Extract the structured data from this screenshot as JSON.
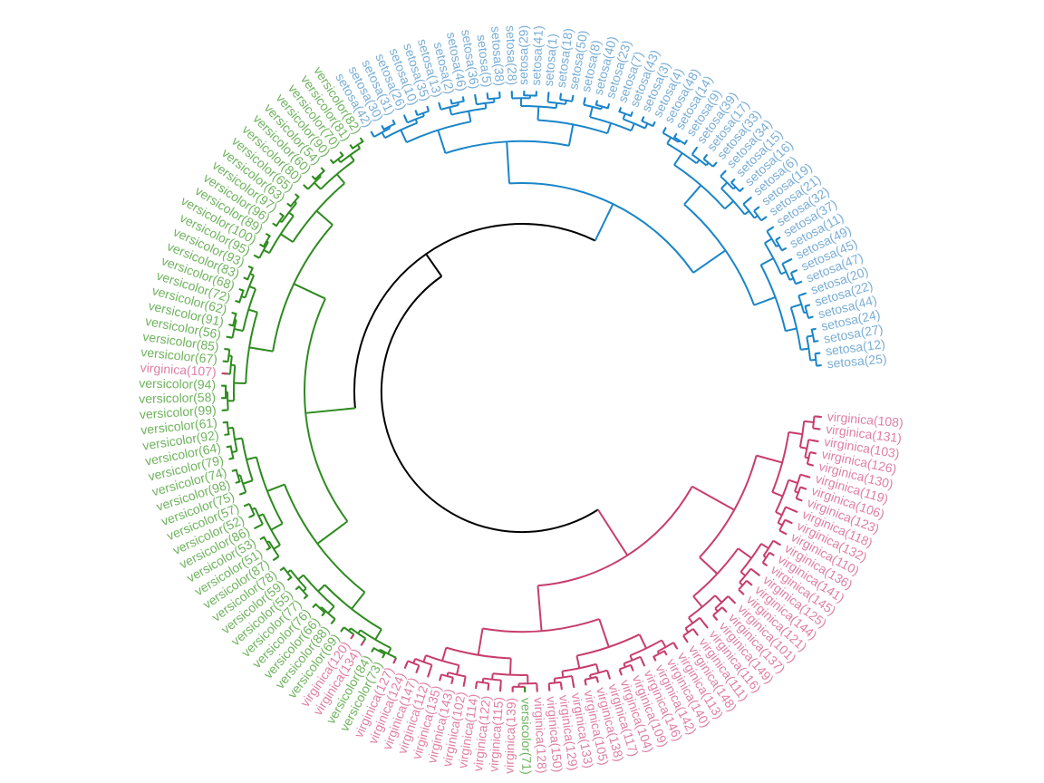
{
  "colors": {
    "root": "#000000",
    "setosa_branch": "#1a85c8",
    "setosa_label": "#7aaed6",
    "versicolor_branch": "#2e8b1f",
    "versicolor_label": "#6fb35e",
    "virginica_branch": "#c73d6d",
    "virginica_label": "#df7fa2"
  },
  "leaves": [
    {
      "label": "setosa(25)",
      "group": "setosa"
    },
    {
      "label": "setosa(12)",
      "group": "setosa"
    },
    {
      "label": "setosa(27)",
      "group": "setosa"
    },
    {
      "label": "setosa(24)",
      "group": "setosa"
    },
    {
      "label": "setosa(44)",
      "group": "setosa"
    },
    {
      "label": "setosa(22)",
      "group": "setosa"
    },
    {
      "label": "setosa(20)",
      "group": "setosa"
    },
    {
      "label": "setosa(47)",
      "group": "setosa"
    },
    {
      "label": "setosa(45)",
      "group": "setosa"
    },
    {
      "label": "setosa(49)",
      "group": "setosa"
    },
    {
      "label": "setosa(11)",
      "group": "setosa"
    },
    {
      "label": "setosa(37)",
      "group": "setosa"
    },
    {
      "label": "setosa(32)",
      "group": "setosa"
    },
    {
      "label": "setosa(21)",
      "group": "setosa"
    },
    {
      "label": "setosa(19)",
      "group": "setosa"
    },
    {
      "label": "setosa(6)",
      "group": "setosa"
    },
    {
      "label": "setosa(16)",
      "group": "setosa"
    },
    {
      "label": "setosa(15)",
      "group": "setosa"
    },
    {
      "label": "setosa(34)",
      "group": "setosa"
    },
    {
      "label": "setosa(33)",
      "group": "setosa"
    },
    {
      "label": "setosa(17)",
      "group": "setosa"
    },
    {
      "label": "setosa(39)",
      "group": "setosa"
    },
    {
      "label": "setosa(9)",
      "group": "setosa"
    },
    {
      "label": "setosa(14)",
      "group": "setosa"
    },
    {
      "label": "setosa(48)",
      "group": "setosa"
    },
    {
      "label": "setosa(4)",
      "group": "setosa"
    },
    {
      "label": "setosa(3)",
      "group": "setosa"
    },
    {
      "label": "setosa(43)",
      "group": "setosa"
    },
    {
      "label": "setosa(7)",
      "group": "setosa"
    },
    {
      "label": "setosa(23)",
      "group": "setosa"
    },
    {
      "label": "setosa(40)",
      "group": "setosa"
    },
    {
      "label": "setosa(8)",
      "group": "setosa"
    },
    {
      "label": "setosa(50)",
      "group": "setosa"
    },
    {
      "label": "setosa(18)",
      "group": "setosa"
    },
    {
      "label": "setosa(1)",
      "group": "setosa"
    },
    {
      "label": "setosa(41)",
      "group": "setosa"
    },
    {
      "label": "setosa(29)",
      "group": "setosa"
    },
    {
      "label": "setosa(28)",
      "group": "setosa"
    },
    {
      "label": "setosa(38)",
      "group": "setosa"
    },
    {
      "label": "setosa(5)",
      "group": "setosa"
    },
    {
      "label": "setosa(36)",
      "group": "setosa"
    },
    {
      "label": "setosa(46)",
      "group": "setosa"
    },
    {
      "label": "setosa(2)",
      "group": "setosa"
    },
    {
      "label": "setosa(13)",
      "group": "setosa"
    },
    {
      "label": "setosa(35)",
      "group": "setosa"
    },
    {
      "label": "setosa(10)",
      "group": "setosa"
    },
    {
      "label": "setosa(26)",
      "group": "setosa"
    },
    {
      "label": "setosa(31)",
      "group": "setosa"
    },
    {
      "label": "setosa(30)",
      "group": "setosa"
    },
    {
      "label": "setosa(42)",
      "group": "setosa"
    },
    {
      "label": "versicolor(82)",
      "group": "versicolor"
    },
    {
      "label": "versicolor(81)",
      "group": "versicolor"
    },
    {
      "label": "versicolor(70)",
      "group": "versicolor"
    },
    {
      "label": "versicolor(90)",
      "group": "versicolor"
    },
    {
      "label": "versicolor(54)",
      "group": "versicolor"
    },
    {
      "label": "versicolor(60)",
      "group": "versicolor"
    },
    {
      "label": "versicolor(80)",
      "group": "versicolor"
    },
    {
      "label": "versicolor(65)",
      "group": "versicolor"
    },
    {
      "label": "versicolor(63)",
      "group": "versicolor"
    },
    {
      "label": "versicolor(97)",
      "group": "versicolor"
    },
    {
      "label": "versicolor(96)",
      "group": "versicolor"
    },
    {
      "label": "versicolor(89)",
      "group": "versicolor"
    },
    {
      "label": "versicolor(100)",
      "group": "versicolor"
    },
    {
      "label": "versicolor(95)",
      "group": "versicolor"
    },
    {
      "label": "versicolor(93)",
      "group": "versicolor"
    },
    {
      "label": "versicolor(83)",
      "group": "versicolor"
    },
    {
      "label": "versicolor(68)",
      "group": "versicolor"
    },
    {
      "label": "versicolor(72)",
      "group": "versicolor"
    },
    {
      "label": "versicolor(62)",
      "group": "versicolor"
    },
    {
      "label": "versicolor(91)",
      "group": "versicolor"
    },
    {
      "label": "versicolor(56)",
      "group": "versicolor"
    },
    {
      "label": "versicolor(85)",
      "group": "versicolor"
    },
    {
      "label": "versicolor(67)",
      "group": "versicolor"
    },
    {
      "label": "virginica(107)",
      "group": "virginica"
    },
    {
      "label": "versicolor(94)",
      "group": "versicolor"
    },
    {
      "label": "versicolor(58)",
      "group": "versicolor"
    },
    {
      "label": "versicolor(99)",
      "group": "versicolor"
    },
    {
      "label": "versicolor(61)",
      "group": "versicolor"
    },
    {
      "label": "versicolor(92)",
      "group": "versicolor"
    },
    {
      "label": "versicolor(64)",
      "group": "versicolor"
    },
    {
      "label": "versicolor(79)",
      "group": "versicolor"
    },
    {
      "label": "versicolor(74)",
      "group": "versicolor"
    },
    {
      "label": "versicolor(98)",
      "group": "versicolor"
    },
    {
      "label": "versicolor(75)",
      "group": "versicolor"
    },
    {
      "label": "versicolor(57)",
      "group": "versicolor"
    },
    {
      "label": "versicolor(52)",
      "group": "versicolor"
    },
    {
      "label": "versicolor(86)",
      "group": "versicolor"
    },
    {
      "label": "versicolor(53)",
      "group": "versicolor"
    },
    {
      "label": "versicolor(51)",
      "group": "versicolor"
    },
    {
      "label": "versicolor(87)",
      "group": "versicolor"
    },
    {
      "label": "versicolor(78)",
      "group": "versicolor"
    },
    {
      "label": "versicolor(59)",
      "group": "versicolor"
    },
    {
      "label": "versicolor(55)",
      "group": "versicolor"
    },
    {
      "label": "versicolor(77)",
      "group": "versicolor"
    },
    {
      "label": "versicolor(76)",
      "group": "versicolor"
    },
    {
      "label": "versicolor(66)",
      "group": "versicolor"
    },
    {
      "label": "versicolor(88)",
      "group": "versicolor"
    },
    {
      "label": "versicolor(69)",
      "group": "versicolor"
    },
    {
      "label": "virginica(120)",
      "group": "virginica"
    },
    {
      "label": "virginica(134)",
      "group": "virginica"
    },
    {
      "label": "versicolor(84)",
      "group": "versicolor"
    },
    {
      "label": "versicolor(73)",
      "group": "versicolor"
    },
    {
      "label": "virginica(127)",
      "group": "virginica"
    },
    {
      "label": "virginica(124)",
      "group": "virginica"
    },
    {
      "label": "virginica(147)",
      "group": "virginica"
    },
    {
      "label": "virginica(112)",
      "group": "virginica"
    },
    {
      "label": "virginica(135)",
      "group": "virginica"
    },
    {
      "label": "virginica(143)",
      "group": "virginica"
    },
    {
      "label": "virginica(102)",
      "group": "virginica"
    },
    {
      "label": "virginica(114)",
      "group": "virginica"
    },
    {
      "label": "virginica(122)",
      "group": "virginica"
    },
    {
      "label": "virginica(115)",
      "group": "virginica"
    },
    {
      "label": "virginica(139)",
      "group": "virginica"
    },
    {
      "label": "versicolor(71)",
      "group": "versicolor"
    },
    {
      "label": "virginica(128)",
      "group": "virginica"
    },
    {
      "label": "virginica(150)",
      "group": "virginica"
    },
    {
      "label": "virginica(129)",
      "group": "virginica"
    },
    {
      "label": "virginica(133)",
      "group": "virginica"
    },
    {
      "label": "virginica(105)",
      "group": "virginica"
    },
    {
      "label": "virginica(138)",
      "group": "virginica"
    },
    {
      "label": "virginica(117)",
      "group": "virginica"
    },
    {
      "label": "virginica(104)",
      "group": "virginica"
    },
    {
      "label": "virginica(109)",
      "group": "virginica"
    },
    {
      "label": "virginica(146)",
      "group": "virginica"
    },
    {
      "label": "virginica(142)",
      "group": "virginica"
    },
    {
      "label": "virginica(140)",
      "group": "virginica"
    },
    {
      "label": "virginica(113)",
      "group": "virginica"
    },
    {
      "label": "virginica(148)",
      "group": "virginica"
    },
    {
      "label": "virginica(111)",
      "group": "virginica"
    },
    {
      "label": "virginica(116)",
      "group": "virginica"
    },
    {
      "label": "virginica(149)",
      "group": "virginica"
    },
    {
      "label": "virginica(137)",
      "group": "virginica"
    },
    {
      "label": "virginica(101)",
      "group": "virginica"
    },
    {
      "label": "virginica(121)",
      "group": "virginica"
    },
    {
      "label": "virginica(144)",
      "group": "virginica"
    },
    {
      "label": "virginica(125)",
      "group": "virginica"
    },
    {
      "label": "virginica(145)",
      "group": "virginica"
    },
    {
      "label": "virginica(141)",
      "group": "virginica"
    },
    {
      "label": "virginica(136)",
      "group": "virginica"
    },
    {
      "label": "virginica(110)",
      "group": "virginica"
    },
    {
      "label": "virginica(132)",
      "group": "virginica"
    },
    {
      "label": "virginica(118)",
      "group": "virginica"
    },
    {
      "label": "virginica(123)",
      "group": "virginica"
    },
    {
      "label": "virginica(106)",
      "group": "virginica"
    },
    {
      "label": "virginica(119)",
      "group": "virginica"
    },
    {
      "label": "virginica(130)",
      "group": "virginica"
    },
    {
      "label": "virginica(126)",
      "group": "virginica"
    },
    {
      "label": "virginica(103)",
      "group": "virginica"
    },
    {
      "label": "virginica(131)",
      "group": "virginica"
    },
    {
      "label": "virginica(108)",
      "group": "virginica"
    }
  ]
}
